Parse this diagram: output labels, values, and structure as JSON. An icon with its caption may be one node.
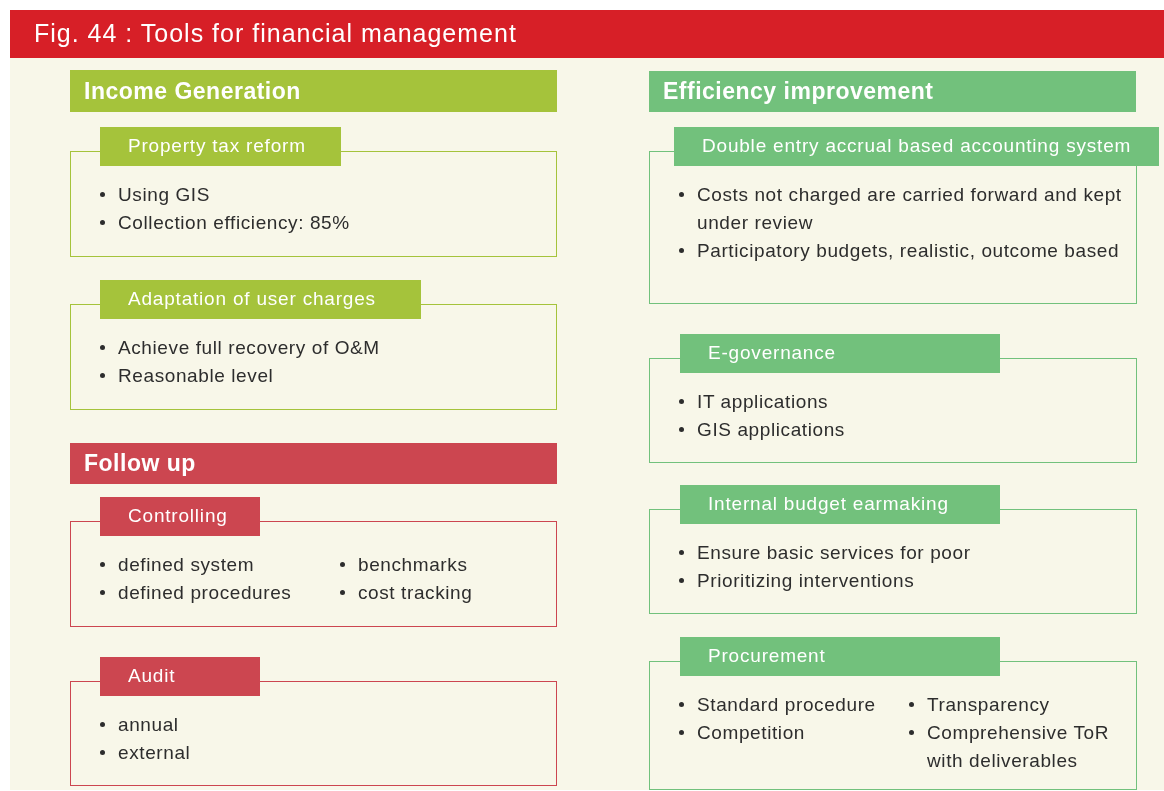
{
  "diagram": {
    "title": "Fig. 44 : Tools for financial management",
    "nodes": [
      {
        "text": [
          "Income Generation"
        ]
      },
      {
        "text": [
          "Property tax reform",
          "Using GIS",
          "Collection efficiency: 85%"
        ]
      },
      {
        "text": [
          "Adaptation of user charges",
          "Achieve full recovery of O&M",
          "Reasonable level"
        ]
      },
      {
        "text": [
          "Follow up"
        ]
      },
      {
        "text": [
          "Controlling",
          "defined system",
          "defined procedures",
          "benchmarks",
          "cost tracking"
        ]
      },
      {
        "text": [
          "Audit",
          "annual",
          "external"
        ]
      },
      {
        "text": [
          "Efficiency improvement"
        ]
      },
      {
        "text": [
          "Double entry accrual based accounting system",
          "Costs not charged are carried forward and kept under review",
          "Participatory budgets, realistic, outcome based"
        ]
      },
      {
        "text": [
          "E-governance",
          "IT applications",
          "GIS applications"
        ]
      },
      {
        "text": [
          "Internal budget earmaking",
          "Ensure basic services for poor",
          "Prioritizing interventions"
        ]
      },
      {
        "text": [
          "Procurement",
          "Standard procedure",
          "Competition",
          "Transparency",
          "Comprehensive ToR with deliverables"
        ]
      }
    ]
  }
}
